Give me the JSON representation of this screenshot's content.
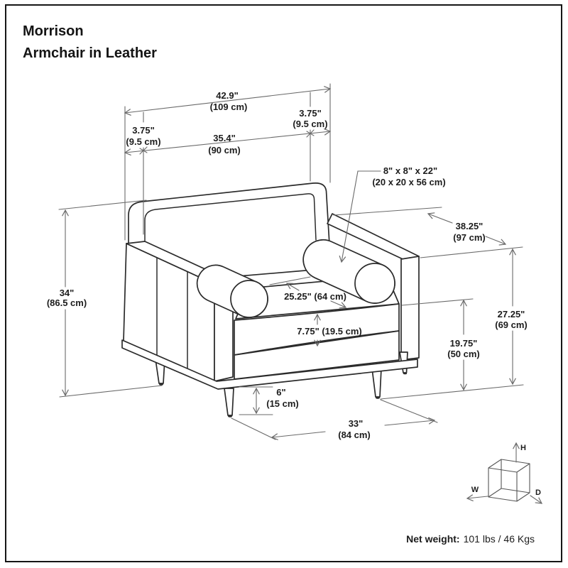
{
  "title": {
    "line1": "Morrison",
    "line2": "Armchair in Leather"
  },
  "dims": {
    "overall_width": {
      "in": "42.9\"",
      "cm": "(109 cm)"
    },
    "arm_left": {
      "in": "3.75\"",
      "cm": "(9.5 cm)"
    },
    "arm_right": {
      "in": "3.75\"",
      "cm": "(9.5 cm)"
    },
    "inner_width": {
      "in": "35.4\"",
      "cm": "(90 cm)"
    },
    "bolster": {
      "in": "8\" x 8\" x 22\"",
      "cm": "(20 x 20 x 56 cm)"
    },
    "depth": {
      "in": "38.25\"",
      "cm": "(97 cm)"
    },
    "height": {
      "in": "34\"",
      "cm": "(86.5 cm)"
    },
    "seat_depth": {
      "text": "25.25\" (64 cm)"
    },
    "cushion": {
      "text": "7.75\" (19.5 cm)"
    },
    "arm_height": {
      "in": "27.25\"",
      "cm": "(69 cm)"
    },
    "seat_height": {
      "in": "19.75\"",
      "cm": "(50 cm)"
    },
    "leg": {
      "in": "6\"",
      "cm": "(15 cm)"
    },
    "front_width": {
      "in": "33\"",
      "cm": "(84 cm)"
    }
  },
  "cube": {
    "h": "H",
    "w": "W",
    "d": "D"
  },
  "footer": {
    "net_weight_label": "Net weight:",
    "net_weight_value": "101 lbs / 46 Kgs"
  },
  "colors": {
    "background": "#ffffff",
    "text": "#1c1c1c",
    "chair_line": "#2b2b2b",
    "dimension_line": "#6a6a6a",
    "border": "#161616"
  }
}
